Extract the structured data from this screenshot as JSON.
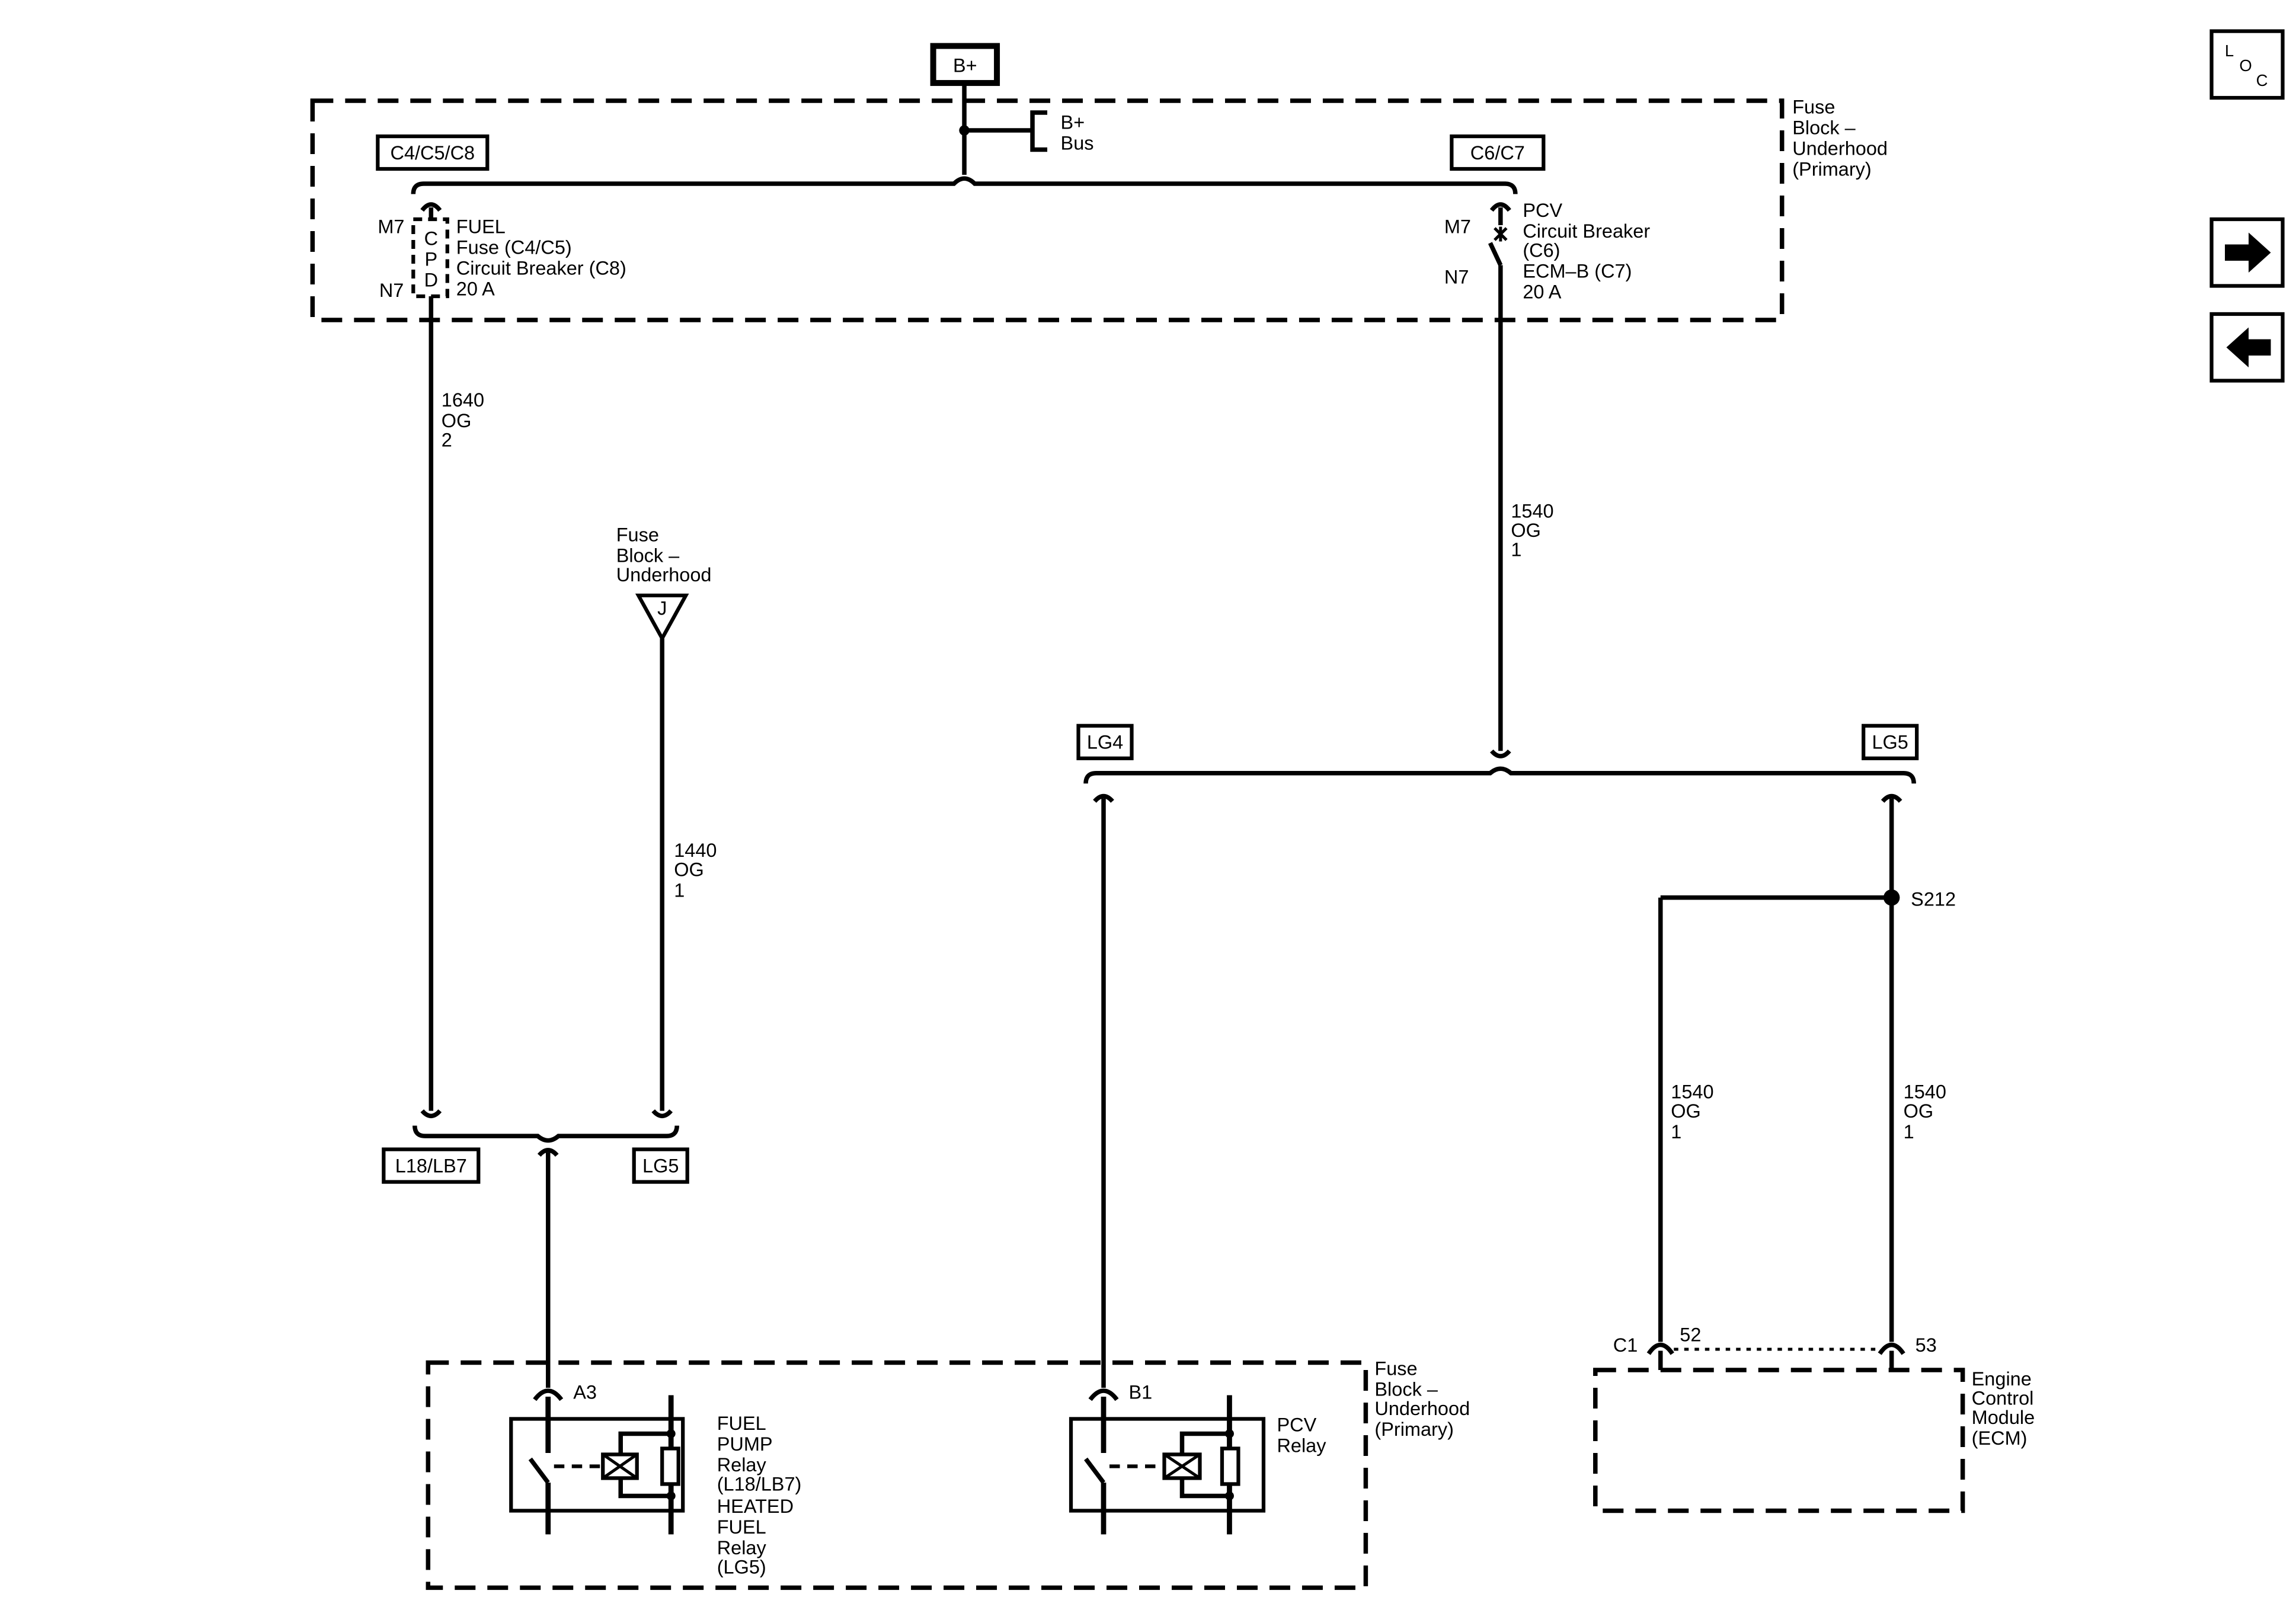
{
  "colors": {
    "line": "#000000",
    "background": "#ffffff"
  },
  "power_source": {
    "label": "B+"
  },
  "bus": {
    "label": [
      "B+",
      "Bus"
    ]
  },
  "fuse_block_top": {
    "label": [
      "Fuse",
      "Block –",
      "Underhood",
      "(Primary)"
    ],
    "connectors": {
      "left": "C4/C5/C8",
      "right": "C6/C7"
    }
  },
  "fuel_fuse": {
    "pin_top": "M7",
    "pin_bottom": "N7",
    "cpd": [
      "C",
      "P",
      "D"
    ],
    "label": [
      "FUEL",
      "Fuse (C4/C5)",
      "Circuit Breaker (C8)",
      "20 A"
    ]
  },
  "pcv_breaker": {
    "pin_top": "M7",
    "pin_bottom": "N7",
    "label": [
      "PCV",
      "Circuit Breaker",
      "(C6)",
      "ECM–B (C7)",
      "20 A"
    ]
  },
  "wires": {
    "w1640": [
      "1640",
      "OG",
      "2"
    ],
    "w1440": [
      "1440",
      "OG",
      "1"
    ],
    "w1540_top": [
      "1540",
      "OG",
      "1"
    ],
    "w1540_left": [
      "1540",
      "OG",
      "1"
    ],
    "w1540_right": [
      "1540",
      "OG",
      "1"
    ]
  },
  "fuse_j": {
    "label": [
      "Fuse",
      "Block –",
      "Underhood"
    ],
    "letter": "J"
  },
  "option_tags": {
    "lg4": "LG4",
    "lg5_top": "LG5",
    "l18_lb7": "L18/LB7",
    "lg5_bottom": "LG5"
  },
  "splice": "S212",
  "ecm": {
    "connector": "C1",
    "pins": [
      "52",
      "53"
    ],
    "label": [
      "Engine",
      "Control",
      "Module",
      "(ECM)"
    ]
  },
  "fuse_block_bottom": {
    "label": [
      "Fuse",
      "Block –",
      "Underhood",
      "(Primary)"
    ]
  },
  "relays": {
    "fuel_pump": {
      "pin": "A3",
      "label": [
        "FUEL",
        "PUMP",
        "Relay",
        "(L18/LB7)",
        "HEATED",
        "FUEL",
        "Relay",
        "(LG5)"
      ]
    },
    "pcv": {
      "pin": "B1",
      "label": [
        "PCV",
        "Relay"
      ]
    }
  },
  "nav": {
    "loc": [
      "L",
      "O",
      "C"
    ],
    "next_icon": "right-arrow-icon",
    "prev_icon": "left-arrow-icon"
  }
}
